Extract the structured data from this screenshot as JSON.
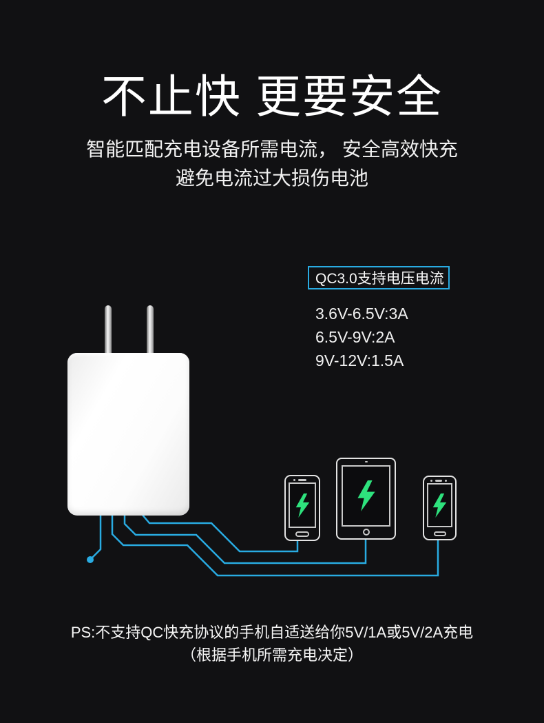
{
  "theme": {
    "background": "#111113",
    "accent_blue": "#29ABE2",
    "bolt_green": "#2EE27D",
    "device_outline": "#E3E3E3",
    "text_color": "#FFFFFF"
  },
  "header": {
    "title": "不止快 更要安全",
    "subtitle_line1": "智能匹配充电设备所需电流， 安全高效快充",
    "subtitle_line2": "避免电流过大损伤电池"
  },
  "spec": {
    "box_label": "QC3.0支持电压电流",
    "items": [
      "3.6V-6.5V:3A",
      "6.5V-9V:2A",
      "9V-12V:1.5A"
    ]
  },
  "illustration": {
    "charger": "white-usb-wall-charger",
    "devices": [
      {
        "type": "phone",
        "status_icon": "lightning-bolt"
      },
      {
        "type": "tablet",
        "status_icon": "lightning-bolt"
      },
      {
        "type": "phone",
        "status_icon": "lightning-bolt"
      }
    ]
  },
  "footer": {
    "line1": "PS:不支持QC快充协议的手机自适送给你5V/1A或5V/2A充电",
    "line2": "（根据手机所需充电决定）"
  }
}
